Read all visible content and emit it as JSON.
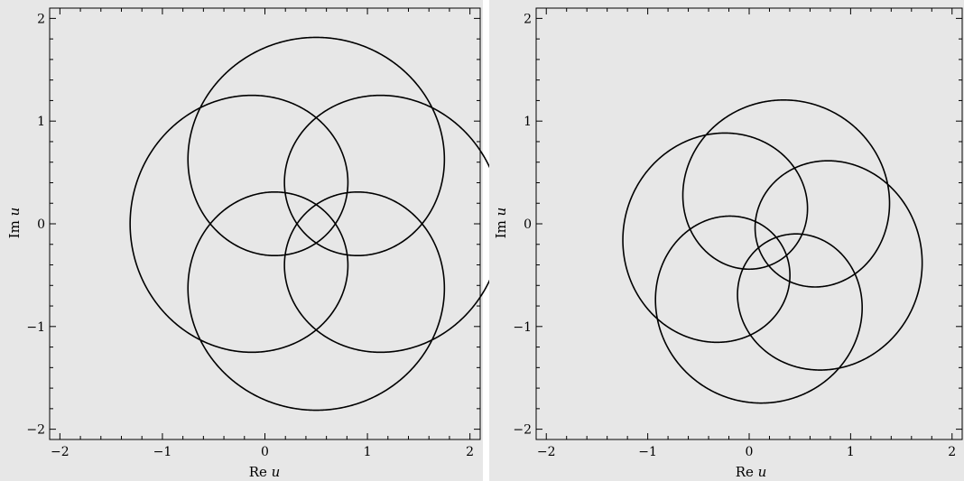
{
  "chart_data": [
    {
      "type": "line",
      "title": "",
      "xlabel": "Re u",
      "ylabel": "Im u",
      "xlabel_parts": {
        "pre": "Re",
        "var": "u"
      },
      "ylabel_parts": {
        "pre": "Im",
        "var": "u"
      },
      "xlim": [
        -2.1,
        2.1
      ],
      "ylim": [
        -2.1,
        2.1
      ],
      "grid": false,
      "background": "#e7e7e7",
      "xticks": [
        -2,
        -1,
        0,
        1,
        2
      ],
      "yticks": [
        -2,
        -1,
        0,
        1,
        2
      ],
      "xtick_labels": [
        "−2",
        "−1",
        "0",
        "1",
        "2"
      ],
      "ytick_labels": [
        "−2",
        "−1",
        "0",
        "1",
        "2"
      ],
      "curve": {
        "description": "five-petal epicycloid-like loop pattern",
        "center": [
          0.5,
          0.0
        ],
        "lobes": 5,
        "petal_radius": 0.98,
        "outer_radius": 1.37,
        "inner_radius": 0.3,
        "start_angle_deg": 0
      }
    },
    {
      "type": "line",
      "title": "",
      "xlabel": "Re u",
      "ylabel": "Im u",
      "xlabel_parts": {
        "pre": "Re",
        "var": "u"
      },
      "ylabel_parts": {
        "pre": "Im",
        "var": "u"
      },
      "xlim": [
        -2.1,
        2.1
      ],
      "ylim": [
        -2.1,
        2.1
      ],
      "grid": false,
      "background": "#e7e7e7",
      "xticks": [
        -2,
        -1,
        0,
        1,
        2
      ],
      "yticks": [
        -2,
        -1,
        0,
        1,
        2
      ],
      "xtick_labels": [
        "−2",
        "−1",
        "0",
        "1",
        "2"
      ],
      "ytick_labels": [
        "−2",
        "−1",
        "0",
        "1",
        "2"
      ],
      "curve": {
        "description": "five-petal loop pattern, rotated",
        "center": [
          0.23,
          -0.27
        ],
        "lobes": 5,
        "petal_radius": 0.8,
        "outer_radius": 1.13,
        "inner_radius": 0.25,
        "start_angle_deg": -15
      }
    }
  ]
}
